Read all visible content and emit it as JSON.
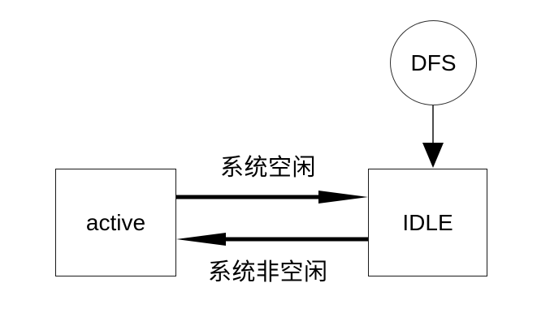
{
  "diagram": {
    "background_color": "#ffffff",
    "stroke_color": "#000000",
    "nodes": [
      {
        "id": "dfs",
        "shape": "circle",
        "label": "DFS"
      },
      {
        "id": "active",
        "shape": "rect",
        "label": "active"
      },
      {
        "id": "idle",
        "shape": "rect",
        "label": "IDLE"
      }
    ],
    "edges": [
      {
        "from": "dfs",
        "to": "idle",
        "label": "",
        "style": "thin-line-filled-arrow"
      },
      {
        "from": "active",
        "to": "idle",
        "label": "系统空闲",
        "style": "thick-line-filled-arrow"
      },
      {
        "from": "idle",
        "to": "active",
        "label": "系统非空闲",
        "style": "thick-line-filled-arrow"
      }
    ]
  }
}
